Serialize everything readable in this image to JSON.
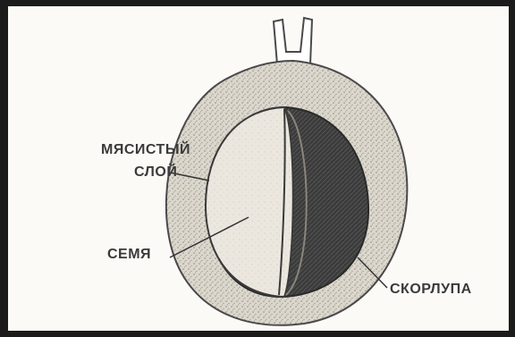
{
  "figure": {
    "labels": {
      "fleshy_layer_line1": "МЯСИСТЫЙ",
      "fleshy_layer_line2": "СЛОЙ",
      "seed": "СЕМЯ",
      "shell": "СКОРЛУПА"
    },
    "colors": {
      "ink": "#3a3a3a",
      "flesh": "#dcd7cd",
      "seed": "#ebe7df",
      "shell_dark": "#3b3b3b",
      "frame": "#1b1b1b"
    }
  }
}
